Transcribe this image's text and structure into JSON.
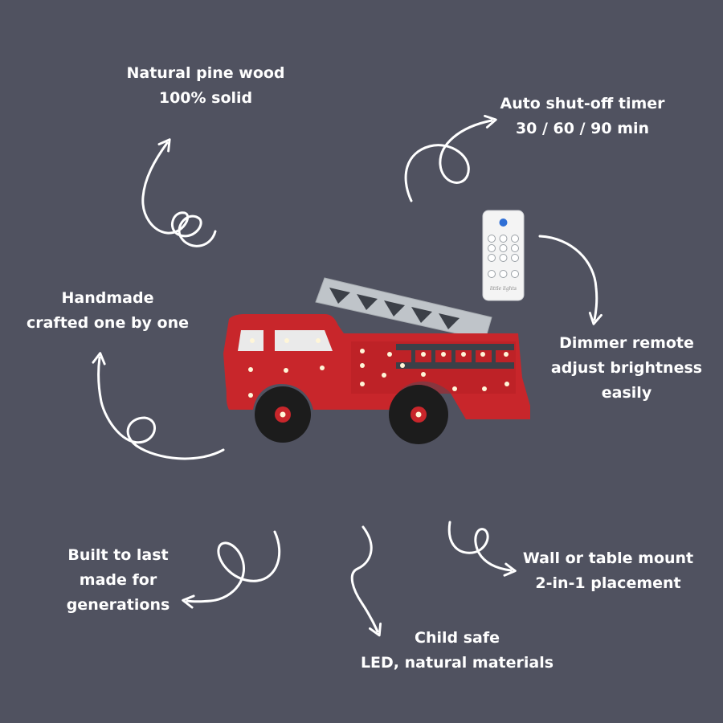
{
  "features": {
    "wood": {
      "line1": "Natural pine wood",
      "line2": "100% solid"
    },
    "timer": {
      "line1": "Auto shut-off timer",
      "line2": "30 / 60 / 90 min"
    },
    "hand": {
      "line1": "Handmade",
      "line2": "crafted one by one"
    },
    "dimmer": {
      "line1": "Dimmer remote",
      "line2": "adjust brightness",
      "line3": "easily"
    },
    "built": {
      "line1": "Built to last",
      "line2": "made for",
      "line3": "generations"
    },
    "wall": {
      "line1": "Wall or table mount",
      "line2": "2-in-1 placement"
    },
    "child": {
      "line1": "Child safe",
      "line2": "LED, natural materials"
    }
  },
  "remote": {
    "brand": "little lights"
  },
  "colors": {
    "background": "#505260",
    "text": "#ffffff",
    "truck_red": "#c8262b",
    "truck_dark": "#a31d22",
    "ladder_grey": "#b9bec4",
    "wheel": "#1c1c1c",
    "led": "#fff6d8"
  },
  "icons": {
    "arrows": "hand-drawn-curly-arrow",
    "truck": "fire-truck-lamp",
    "remote": "dimmer-remote"
  }
}
